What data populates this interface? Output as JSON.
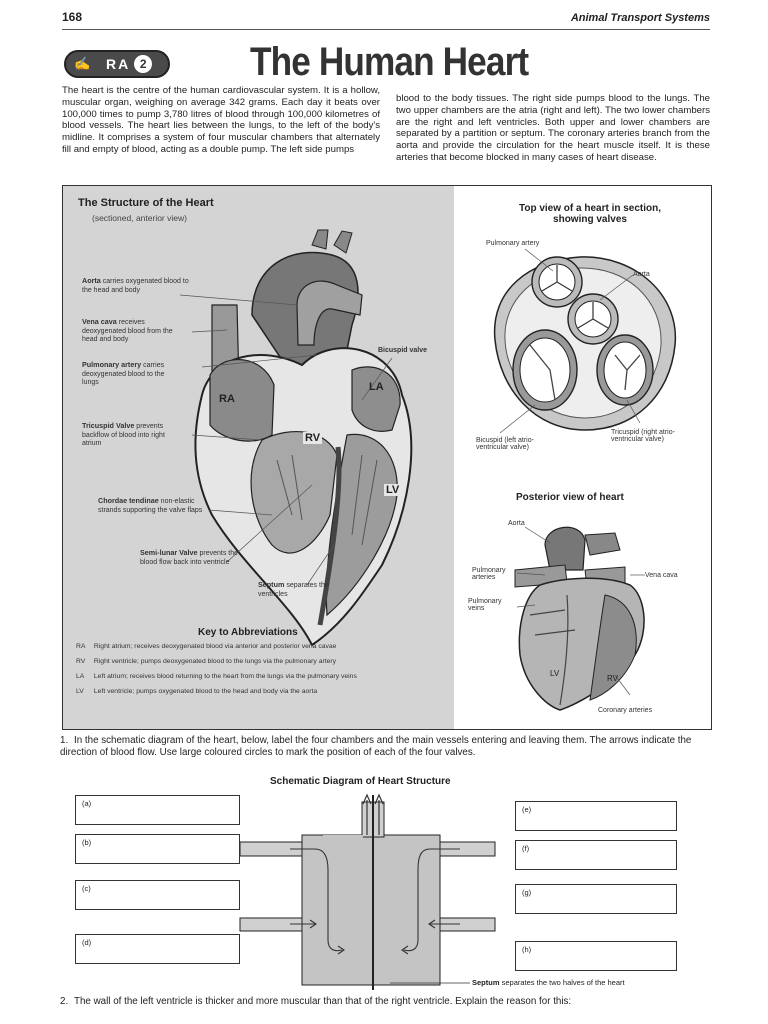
{
  "header": {
    "page_number": "168",
    "section": "Animal Transport Systems"
  },
  "badge": {
    "label": "RA",
    "number": "2",
    "icon": "activity-icon"
  },
  "title": "The Human Heart",
  "intro": {
    "left": "The heart is the centre of the human cardiovascular system. It is a hollow, muscular organ, weighing on average 342 grams. Each day it beats over 100,000 times to pump 3,780 litres of blood through 100,000 kilometres of blood vessels. The heart lies between the lungs, to the left of the body's midline. It comprises a system of four muscular chambers that alternately fill and empty of blood, acting as a double pump. The left side pumps",
    "right": "blood to the body tissues. The right side pumps blood to the lungs. The two upper chambers are the atria (right and left). The two lower chambers are the right and left ventricles. Both upper and lower chambers are separated by a partition or septum. The coronary arteries branch from the aorta and provide the circulation for the heart muscle itself. It is these arteries that become blocked in many cases of heart disease."
  },
  "structure": {
    "title": "The Structure of the Heart",
    "subtitle": "(sectioned, anterior view)",
    "labels": {
      "aorta_b": "Aorta",
      "aorta_t": "carries oxygenated blood to the head and body",
      "vena_b": "Vena cava",
      "vena_t": "receives deoxygenated blood from the head and body",
      "pulm_b": "Pulmonary artery",
      "pulm_t": "carries deoxygenated blood to the lungs",
      "tri_b": "Tricuspid Valve",
      "tri_t": "prevents backflow of blood into right atrium",
      "chord_b": "Chordae tendinae",
      "chord_t": "non-elastic strands supporting the valve flaps",
      "semi_b": "Semi-lunar Valve",
      "semi_t": "prevents the blood flow back into ventricle",
      "sept_b": "Septum",
      "sept_t": "separates the ventricles",
      "bicuspid": "Bicuspid valve",
      "ra": "RA",
      "rv": "RV",
      "la": "LA",
      "lv": "LV"
    },
    "key_title": "Key to Abbreviations",
    "key": [
      {
        "abbr": "RA",
        "desc": "Right atrium; receives deoxygenated blood via anterior and posterior vena cavae"
      },
      {
        "abbr": "RV",
        "desc": "Right ventricle; pumps deoxygenated blood to the lungs via the pulmonary artery"
      },
      {
        "abbr": "LA",
        "desc": "Left atrium; receives blood returning to the heart from the lungs via the pulmonary veins"
      },
      {
        "abbr": "LV",
        "desc": "Left ventricle; pumps oxygenated blood to the head and body via the aorta"
      }
    ]
  },
  "topview": {
    "title1": "Top view of a heart in section,",
    "title2": "showing valves",
    "pulmonary_artery": "Pulmonary artery",
    "aorta": "Aorta",
    "bicuspid1": "Bicuspid (left atrio-",
    "bicuspid2": "ventricular valve)",
    "tricuspid1": "Tricuspid (right atrio-",
    "tricuspid2": "ventricular valve)"
  },
  "posterior": {
    "title": "Posterior view of heart",
    "aorta": "Aorta",
    "pulm_arteries1": "Pulmonary",
    "pulm_arteries2": "arteries",
    "pulm_veins1": "Pulmonary",
    "pulm_veins2": "veins",
    "vena_cava": "Vena cava",
    "lv": "LV",
    "rv": "RV",
    "coronary": "Coronary arteries"
  },
  "questions": {
    "q1_num": "1.",
    "q1": "In the schematic diagram of the heart, below, label the four chambers and the main vessels entering and leaving them. The arrows indicate the direction of blood flow. Use large coloured circles to mark the position of each of the four valves.",
    "schematic_title": "Schematic Diagram of Heart Structure",
    "boxes_left": [
      "(a)",
      "(b)",
      "(c)",
      "(d)"
    ],
    "boxes_right": [
      "(e)",
      "(f)",
      "(g)",
      "(h)"
    ],
    "septum_b": "Septum",
    "septum_t": "separates the two halves of the heart",
    "q2_num": "2.",
    "q2": "The wall of the left ventricle is thicker and more muscular than that of the right ventricle. Explain the reason for this:"
  }
}
